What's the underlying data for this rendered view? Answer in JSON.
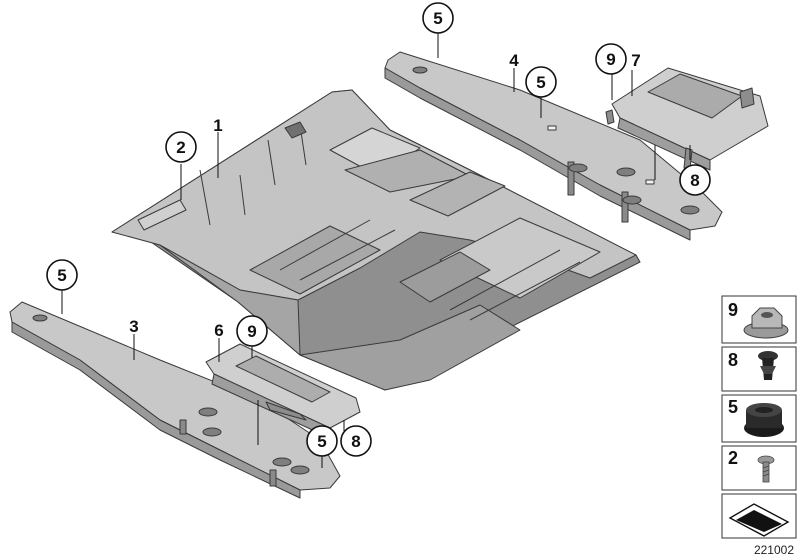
{
  "diagram": {
    "reference_number": "221002",
    "callouts": [
      {
        "id": "c1",
        "label": "1",
        "circled": false
      },
      {
        "id": "c2",
        "label": "2",
        "circled": true
      },
      {
        "id": "c3",
        "label": "3",
        "circled": false
      },
      {
        "id": "c4",
        "label": "4",
        "circled": false
      },
      {
        "id": "c5a",
        "label": "5",
        "circled": true
      },
      {
        "id": "c5b",
        "label": "5",
        "circled": true
      },
      {
        "id": "c5c",
        "label": "5",
        "circled": true
      },
      {
        "id": "c5d",
        "label": "5",
        "circled": true
      },
      {
        "id": "c6",
        "label": "6",
        "circled": false
      },
      {
        "id": "c7",
        "label": "7",
        "circled": false
      },
      {
        "id": "c8a",
        "label": "8",
        "circled": true
      },
      {
        "id": "c8b",
        "label": "8",
        "circled": true
      },
      {
        "id": "c9a",
        "label": "9",
        "circled": true
      },
      {
        "id": "c9b",
        "label": "9",
        "circled": true
      }
    ],
    "legend": [
      {
        "label": "9",
        "icon": "nut-icon"
      },
      {
        "label": "8",
        "icon": "expanding-rivet-icon"
      },
      {
        "label": "5",
        "icon": "rubber-plug-icon"
      },
      {
        "label": "2",
        "icon": "screw-icon"
      },
      {
        "label": "",
        "icon": "shim-icon"
      }
    ],
    "colors": {
      "part_fill": "#b9b9b9",
      "part_light": "#d8d8d8",
      "part_dark": "#8f8f8f",
      "line": "#111111",
      "legend_border": "#333333"
    }
  }
}
